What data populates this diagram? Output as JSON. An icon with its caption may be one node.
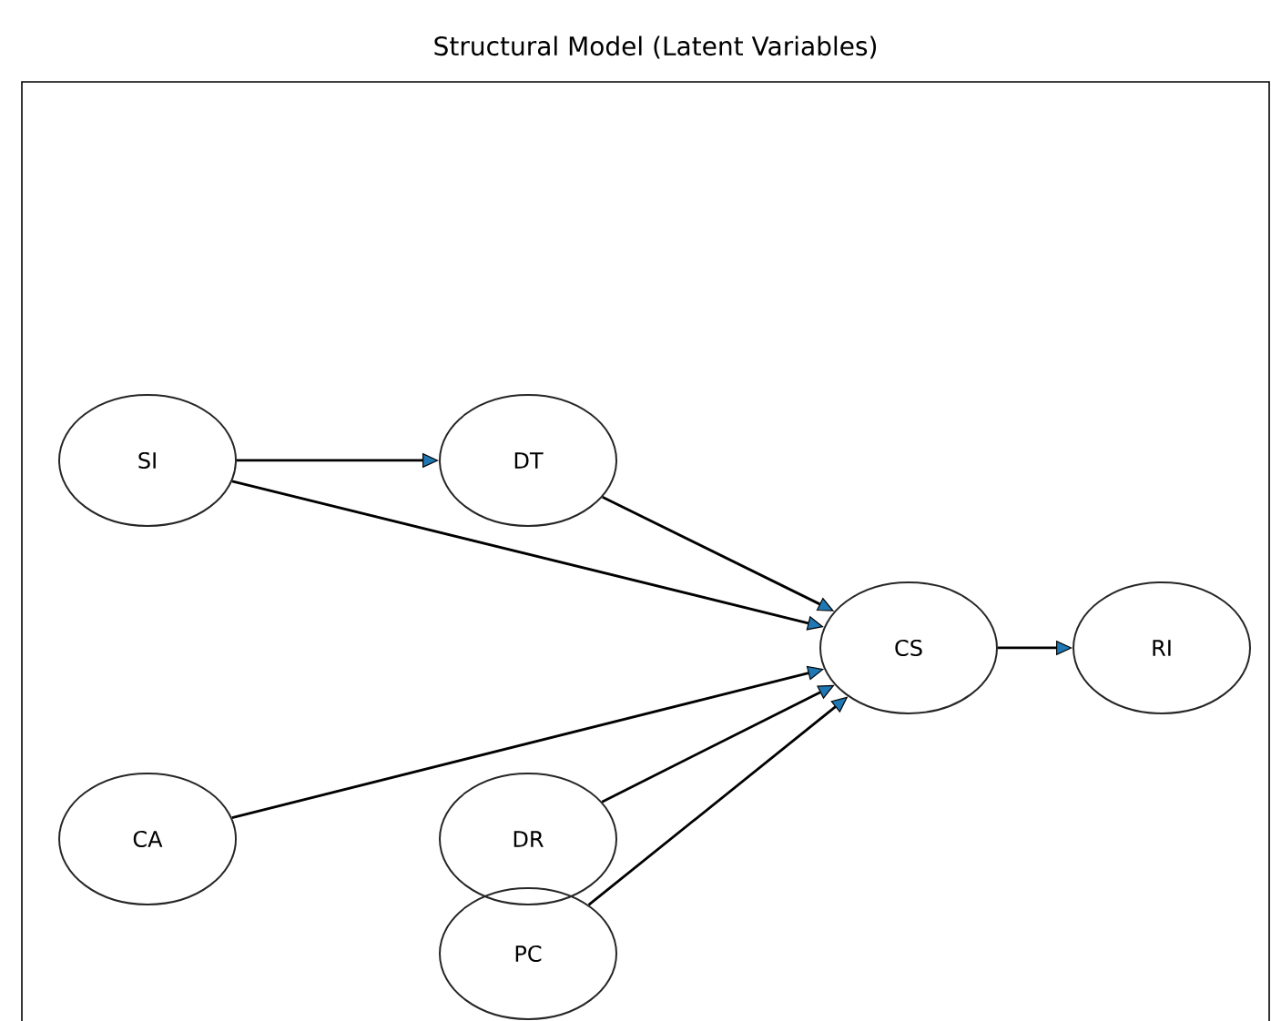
{
  "diagram": {
    "title": "Structural Model (Latent Variables)",
    "nodes": [
      {
        "text": [
          "SI"
        ]
      },
      {
        "text": [
          "DT"
        ]
      },
      {
        "text": [
          "CS"
        ]
      },
      {
        "text": [
          "RI"
        ]
      },
      {
        "text": [
          "CA"
        ]
      },
      {
        "text": [
          "DR"
        ]
      },
      {
        "text": [
          "PC"
        ]
      }
    ],
    "edges": [
      {
        "from": 0,
        "to": 1,
        "arrow": "to"
      },
      {
        "from": 0,
        "to": 2,
        "arrow": "to"
      },
      {
        "from": 1,
        "to": 2,
        "arrow": "to"
      },
      {
        "from": 4,
        "to": 2,
        "arrow": "to"
      },
      {
        "from": 5,
        "to": 2,
        "arrow": "to"
      },
      {
        "from": 6,
        "to": 2,
        "arrow": "to"
      },
      {
        "from": 2,
        "to": 3,
        "arrow": "to"
      }
    ]
  }
}
